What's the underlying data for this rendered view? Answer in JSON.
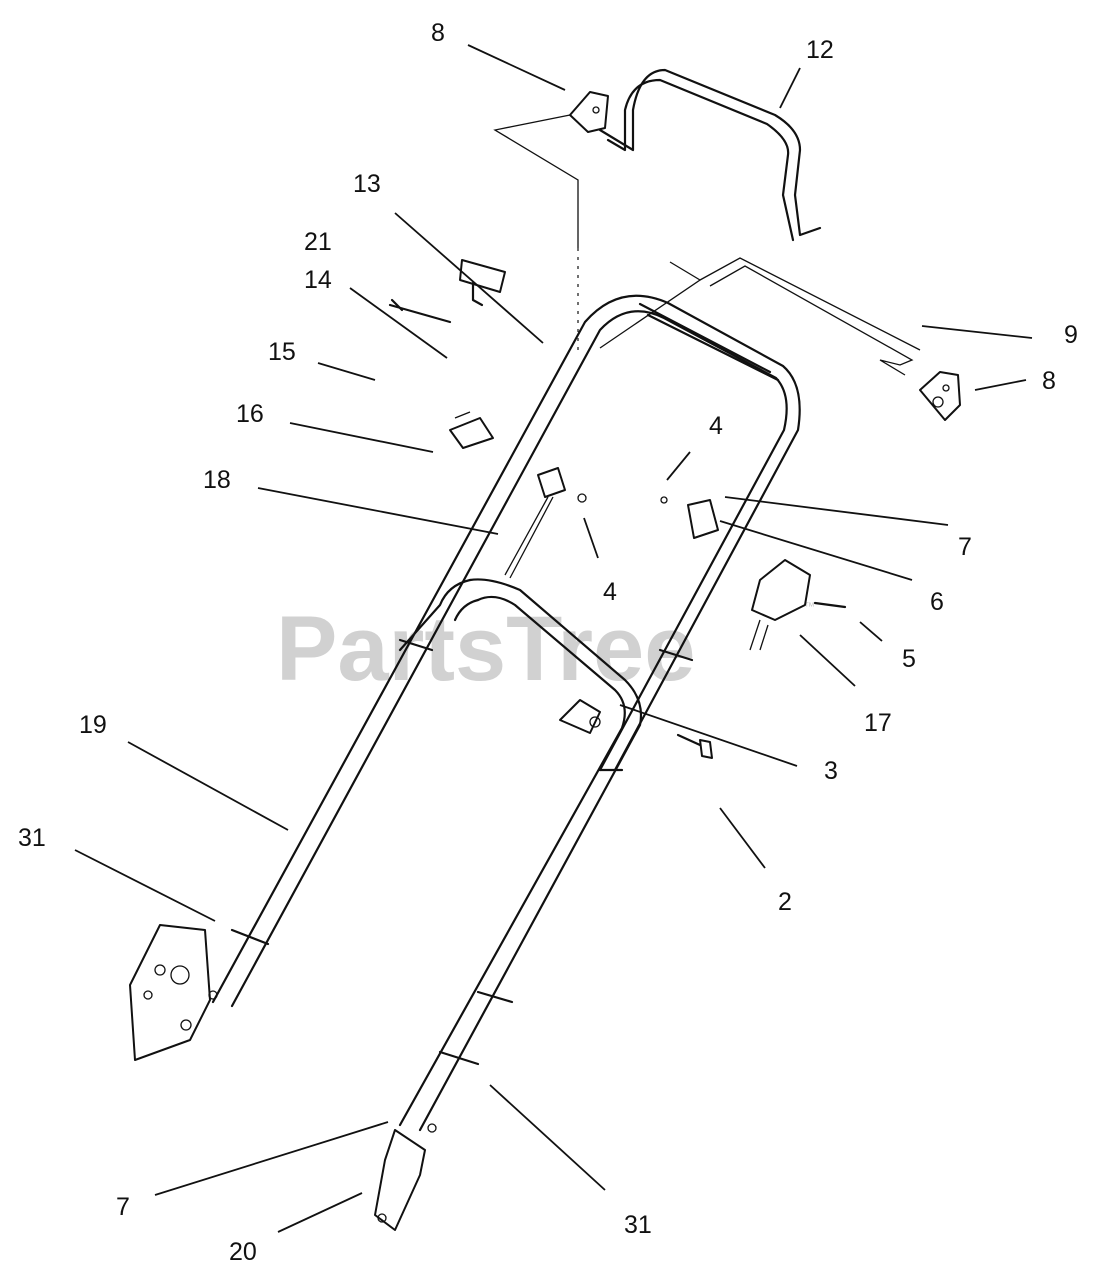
{
  "watermark": {
    "text": "PartsTree",
    "trademark": "™"
  },
  "callouts": {
    "c8_top": "8",
    "c12": "12",
    "c13": "13",
    "c21": "21",
    "c14": "14",
    "c15": "15",
    "c16": "16",
    "c18": "18",
    "c9": "9",
    "c8_right": "8",
    "c4_upper": "4",
    "c7_right": "7",
    "c4_lower": "4",
    "c6": "6",
    "c5": "5",
    "c17": "17",
    "c3": "3",
    "c19": "19",
    "c2": "2",
    "c31_left": "31",
    "c7_bottom": "7",
    "c31_bottom": "31",
    "c20": "20"
  }
}
